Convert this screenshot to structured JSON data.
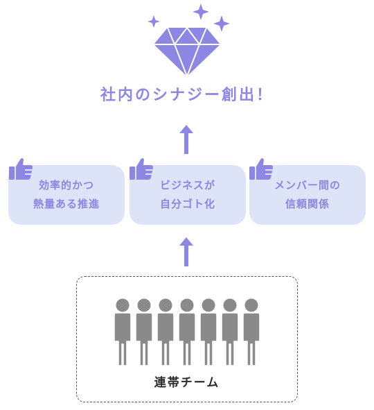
{
  "headline": "社内のシナジー創出！",
  "cards": [
    {
      "line1": "効率的かつ",
      "line2": "熱量ある推進"
    },
    {
      "line1": "ビジネスが",
      "line2": "自分ゴト化"
    },
    {
      "line1": "メンバー間の",
      "line2": "信頼関係"
    }
  ],
  "team_label": "連帯チーム",
  "colors": {
    "accent": "#8d86e3",
    "card_bg": "#dde4f8",
    "people": "#8a8a8a",
    "text_dark": "#2b2b2b"
  },
  "icons": [
    "diamond-icon",
    "sparkle-icon",
    "thumbs-up-icon",
    "up-arrow-icon",
    "person-icon"
  ]
}
